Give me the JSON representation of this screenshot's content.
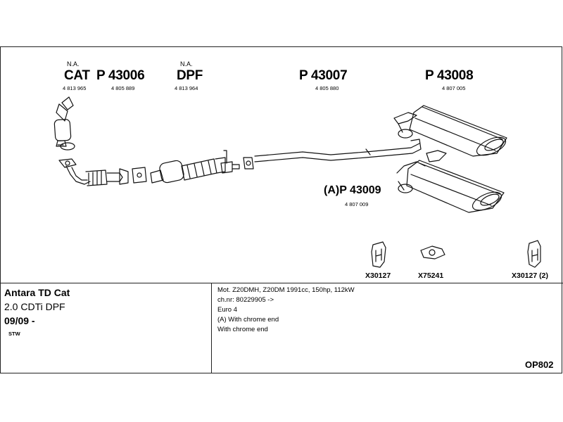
{
  "parts": {
    "cat": {
      "note": "N.A.",
      "label": "CAT",
      "number": "4 813 965"
    },
    "p43006": {
      "label": "P 43006",
      "number": "4 805 889"
    },
    "dpf": {
      "note": "N.A.",
      "label": "DPF",
      "number": "4 813 964"
    },
    "p43007": {
      "label": "P 43007",
      "number": "4 805 880"
    },
    "p43008": {
      "label": "P 43008",
      "number": "4 807 005"
    },
    "p43009": {
      "label": "(A)P 43009",
      "number": "4 807 009"
    }
  },
  "accessories": [
    {
      "label": "X30127"
    },
    {
      "label": "X75241"
    },
    {
      "label": "X30127 (2)"
    }
  ],
  "vehicle": {
    "model": "Antara TD Cat",
    "engine": "2.0 CDTi DPF",
    "date": "09/09 -",
    "body": "STW"
  },
  "notes": [
    "Mot. Z20DMH, Z20DM 1991cc, 150hp, 112kW",
    "ch.nr: 80229905 ->",
    "Euro 4",
    "(A) With chrome end",
    "With chrome end"
  ],
  "code": "OP802"
}
